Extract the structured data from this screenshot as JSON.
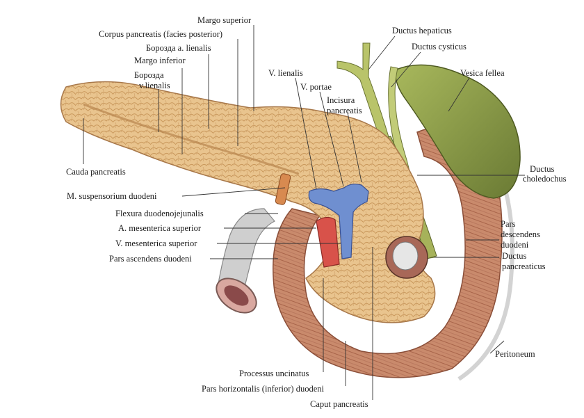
{
  "labels": {
    "margo_superior": "Margo superior",
    "corpus_pancreatis": "Corpus pancreatis (facies posterior)",
    "borozda_a_lienalis": "Борозда a. lienalis",
    "margo_inferior": "Margo inferior",
    "borozda_v_line1": "Борозда",
    "borozda_v_line2": "v.lienalis",
    "v_lienalis": "V. lienalis",
    "v_portae": "V. portae",
    "incisura_line1": "Incisura",
    "incisura_line2": "pancreatis",
    "ductus_hepaticus": "Ductus hepaticus",
    "ductus_cysticus": "Ductus cysticus",
    "vesica_fellea": "Vesica fellea",
    "cauda_pancreatis": "Cauda pancreatis",
    "ductus_choledochus_line1": "Ductus",
    "ductus_choledochus_line2": "choledochus",
    "m_suspensorium": "M. suspensorium duodeni",
    "flexura": "Flexura duodenojejunalis",
    "a_mesenterica": "A. mesenterica superior",
    "v_mesenterica": "V. mesenterica superior",
    "pars_ascendens": "Pars ascendens duodeni",
    "pars_descendens_line1": "Pars",
    "pars_descendens_line2": "descendens",
    "pars_descendens_line3": "duodeni",
    "ductus_pancreaticus_line1": "Ductus",
    "ductus_pancreaticus_line2": "pancreaticus",
    "peritoneum": "Peritoneum",
    "processus_uncinatus": "Processus uncinatus",
    "pars_horizontalis": "Pars horizontalis (inferior) duodeni",
    "caput_pancreatis": "Caput pancreatis"
  },
  "colors": {
    "pancreas": "#e9c48e",
    "pancreas_shadow": "#c9985c",
    "duodenum": "#c98a6c",
    "duodenum_dark": "#a8644a",
    "gallbladder": "#8a9a4a",
    "bile_duct": "#b9c46a",
    "portal_vein": "#6f8fd0",
    "artery": "#d8524a",
    "leader_line": "#333333"
  }
}
